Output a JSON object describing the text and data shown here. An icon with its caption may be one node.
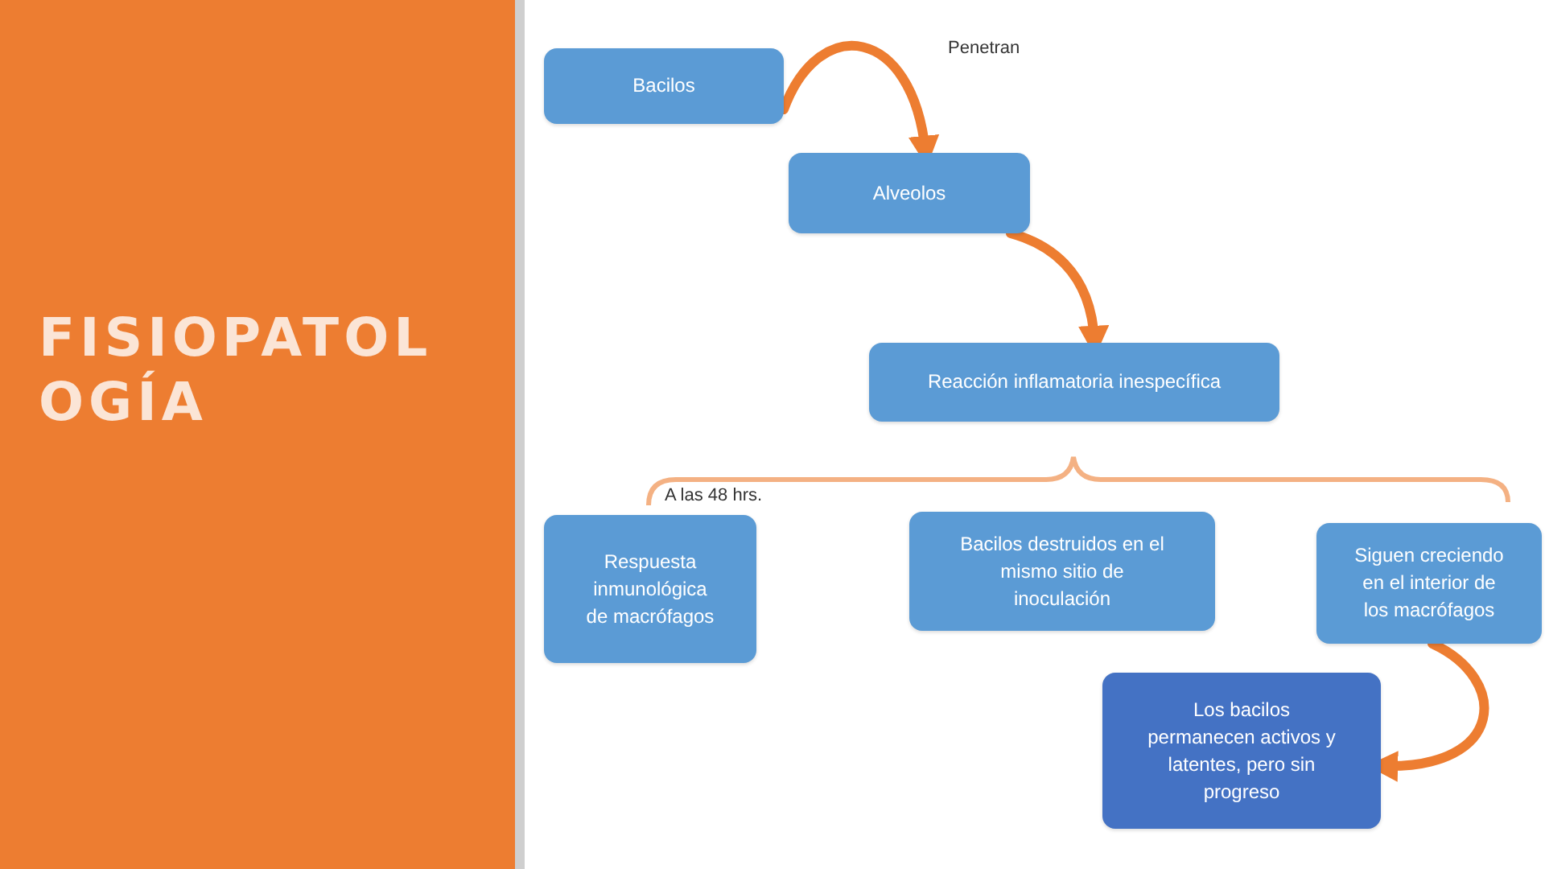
{
  "diagram": {
    "title": "FISIOPATOLOGÍA",
    "nodes": [
      {
        "text": [
          "Bacilos"
        ]
      },
      {
        "text": [
          "Alveolos"
        ]
      },
      {
        "text": [
          "Reacción inflamatoria inespecífica"
        ]
      },
      {
        "text": [
          "Respuesta inmunológica de macrófagos"
        ]
      },
      {
        "text": [
          "Bacilos destruidos en el mismo sitio de inoculación"
        ]
      },
      {
        "text": [
          "Siguen creciendo en el interior de los macrófagos"
        ]
      },
      {
        "text": [
          "Los bacilos permanecen activos y latentes, pero sin progreso"
        ]
      }
    ],
    "edges": [
      {
        "from": 0,
        "to": 1,
        "arrow": "to",
        "label": "Penetran"
      },
      {
        "from": 1,
        "to": 2,
        "arrow": "to"
      },
      {
        "from": 5,
        "to": 6,
        "arrow": "to"
      }
    ],
    "labels": [
      "A las 48 hrs."
    ]
  }
}
